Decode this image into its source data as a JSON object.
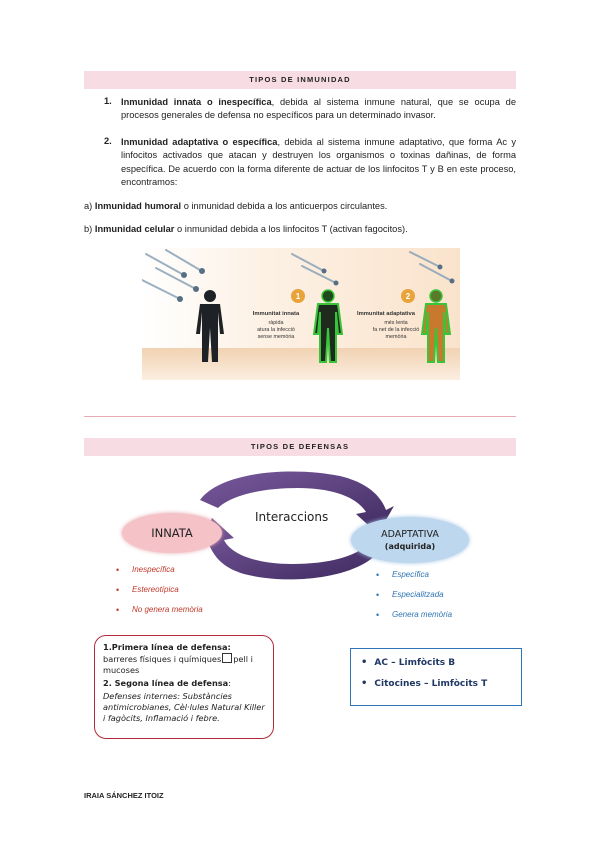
{
  "section1": {
    "title": "TIPOS DE INMUNIDAD",
    "items": [
      {
        "num": "1.",
        "bold": "Inmunidad innata o inespecífica",
        "text": ", debida al sistema inmune natural, que se ocupa de procesos generales de defensa no específicos para un determinado invasor."
      },
      {
        "num": "2.",
        "bold": "Inmunidad adaptativa o específica",
        "text": ", debida al sistema inmune adaptativo, que forma Ac y linfocitos activados que atacan y destruyen los organismos o toxinas dañinas, de forma específica. De acuerdo con la forma diferente de actuar de los linfocitos T y B en este proceso, encontramos:"
      }
    ],
    "sub_a": {
      "prefix": "a) ",
      "bold": "Inmunidad humoral",
      "text": " o inmunidad debida a los anticuerpos circulantes."
    },
    "sub_b": {
      "prefix": "b) ",
      "bold": "Inmunidad celular",
      "text": " o inmunidad debida a los linfocitos T (activan fagocitos)."
    }
  },
  "figure": {
    "badge1": "1",
    "badge2": "2",
    "innate_title": "Immunitat innata",
    "innate_lines": [
      "ràpida",
      "atura la infecció",
      "sense memòria"
    ],
    "adaptive_title": "Immunitat adaptativa",
    "adaptive_lines": [
      "més lenta",
      "fa net de la infecció",
      "memòria"
    ]
  },
  "section2": {
    "title": "TIPOS DE DEFENSAS",
    "interactions": "Interaccions",
    "innate_label": "INNATA",
    "adaptive_label": "ADAPTATIVA",
    "adaptive_sub": "(adquirida)",
    "innate_bullets": [
      "Inespecífica",
      "Estereotípica",
      "No genera memòria"
    ],
    "adaptive_bullets": [
      "Específica",
      "Especialitzada",
      "Genera memòria"
    ],
    "red_box": {
      "line1_bold": "1.Primera línea de defensa:",
      "line1_text": "barreres físiques i químiques",
      "line1_after": "pell i mucoses",
      "line2_bold": "2. Segona línea de defensa",
      "line2_colon": ":",
      "line2_italic": "Defenses internes: Substàncies antimicrobianes, Cèl·lules Natural Killer i fagòcits, Inflamació i febre."
    },
    "blue_box": [
      "AC – Limfòcits B",
      "Citocines – Limfòcits T"
    ]
  },
  "footer": "IRAIA SÁNCHEZ ITOIZ",
  "colors": {
    "band": "#f7dde3",
    "innate_pill": "#f4c2c7",
    "adaptive_pill": "#bdd7ee",
    "arrow": "#5b3f7c",
    "red_border": "#b42a3a",
    "blue_border": "#2e74b5"
  }
}
